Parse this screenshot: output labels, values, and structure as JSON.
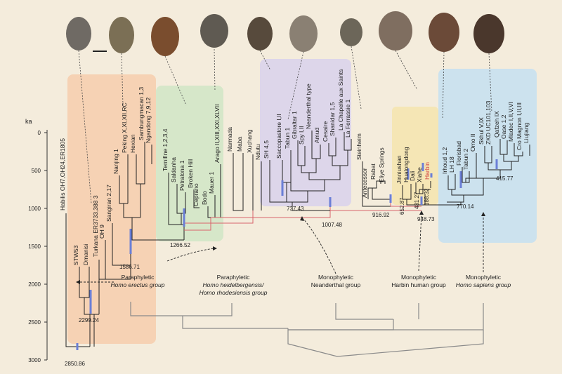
{
  "axis": {
    "label": "ka",
    "ticks": [
      "0",
      "500",
      "1000",
      "1500",
      "2000",
      "2500",
      "3000"
    ]
  },
  "node_ages": [
    "2850.86",
    "2299.24",
    "1586.71",
    "1266.52",
    "1007.48",
    "737.43",
    "916.92",
    "948.73",
    "652.87",
    "431.27",
    "188.32",
    "770.14",
    "415.77"
  ],
  "taxa": {
    "erectus": [
      "Habilis OH7,OH24,ER1805",
      "STW53",
      "Dmanisi",
      "Turkana ER3733,388 3",
      "OH 9",
      "Sangiran 2,17",
      "Nanjing 1",
      "Peking X,XI,XII,RC",
      "Hexian",
      "Sambungmacan 1,3",
      "Ngandong 7,9,12"
    ],
    "heidelbergensis": [
      "Ternifine 1,2,3,4",
      "Saldanha",
      "Petralona 1",
      "Broken Hill",
      "Ceprano",
      "Bodo",
      "Mauer 1",
      "Arago II,XIII,XXI,XLVII",
      "Narmada",
      "Maba",
      "Xuchang",
      "Ndutu"
    ],
    "neanderthal": [
      "SH 4,5",
      "Saccopastore I,II",
      "Tabun 1",
      "Gibraltar 1",
      "Spy I,II",
      "Neanderthal type",
      "Amud",
      "Cesaire",
      "Shanidar 1,5",
      "La Chapelle aux Saints",
      "La Ferrassie 1"
    ],
    "other": [
      "Steinheim",
      "Antecessor",
      "Rabat",
      "Eliye Springs"
    ],
    "harbin": [
      "Jinniushan",
      "Hualongdong",
      "Dali",
      "Xiahe",
      "Harbin"
    ],
    "sapiens": [
      "Irhoud 1,2",
      "LH 18",
      "Florisbad",
      "Tabun 2",
      "Omo II",
      "Skhul V,IX",
      "ZKD UC101,103",
      "Qafzeh IX",
      "Oase 1,2",
      "Mladec I,II,V,VI",
      "Cro Magnon I,II,III",
      "Liujiang"
    ]
  },
  "groups": [
    {
      "lines": [
        "Paraphyletic"
      ],
      "italic": [
        "Homo erectus group"
      ]
    },
    {
      "lines": [
        "Paraphyletic"
      ],
      "italic": [
        "Homo heidelbergensis/",
        "Homo rhodesiensis group"
      ]
    },
    {
      "lines": [
        "Monophyletic",
        "Neanderthal group"
      ],
      "italic": []
    },
    {
      "lines": [
        "Monophyletic",
        "Harbin human group"
      ],
      "italic": []
    },
    {
      "lines": [
        "Monophyletic"
      ],
      "italic": [
        "Homo sapiens group"
      ]
    }
  ],
  "colors": {
    "branch": "#222222",
    "highlight_branch": "#d9636b",
    "node_bar": "#6b7fd6",
    "harbin_label": "#d23c3c"
  }
}
